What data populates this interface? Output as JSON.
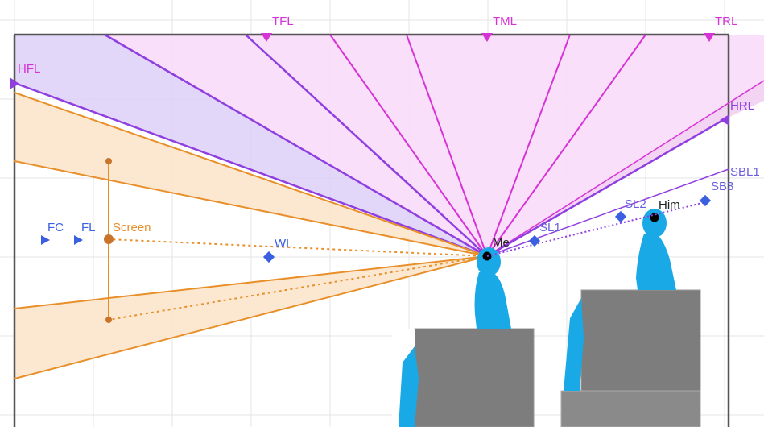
{
  "labels": {
    "tfl": "TFL",
    "tml": "TML",
    "trl": "TRL",
    "hfl": "HFL",
    "hrl": "HRL",
    "sbl1": "SBL1",
    "sb3": "SB3",
    "sl1": "SL1",
    "sl2": "SL2",
    "him": "Him",
    "me": "Me",
    "wl": "WL",
    "fc": "FC",
    "fl": "FL",
    "screen": "Screen"
  },
  "colors": {
    "grid": "#e4e4e4",
    "room_border": "#555555",
    "magenta": "#d633d6",
    "magenta_fill": "#f7d4f7",
    "purple": "#8f3fe0",
    "purple_fill": "#dcccf7",
    "orange": "#e88f2a",
    "orange_fill": "#fbe3c8",
    "blue_marker": "#3a5fe0",
    "person": "#19a9e6",
    "seat": "#7a7a7a"
  }
}
